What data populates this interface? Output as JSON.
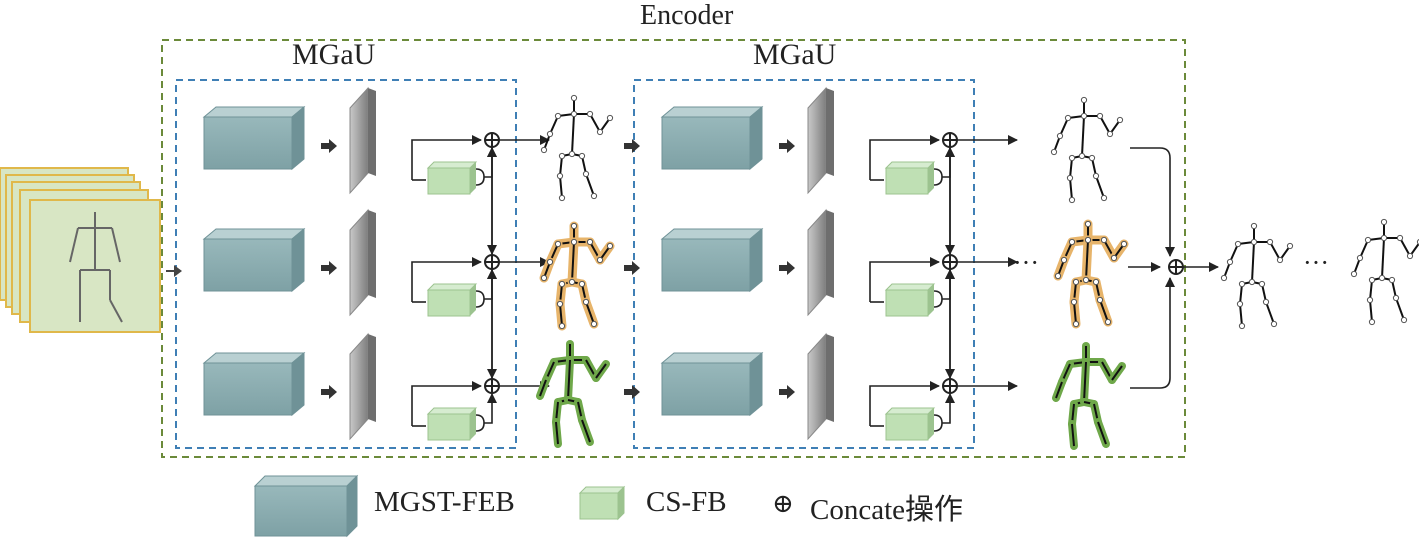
{
  "encoder": {
    "title": "Encoder"
  },
  "modules": [
    {
      "title": "MGaU"
    },
    {
      "title": "MGaU"
    }
  ],
  "ellipsis": "···",
  "legend": {
    "feb_label": "MGST-FEB",
    "csfb_label": "CS-FB",
    "concat_symbol": "⊕",
    "concat_label": "Concate操作"
  },
  "colors": {
    "encoder_border": "#6b8a3a",
    "mgau_border": "#3f7fb5",
    "feb_fill": "#8fb0b4",
    "feb_top": "#b9d0d2",
    "feb_side": "#6f9297",
    "csfb_fill": "#bfe0b4",
    "plane_fill": "#9a9a9a",
    "input_frame": "#d8e6c4",
    "input_border": "#e0b84a",
    "skeleton_orange": "#e7b46a",
    "skeleton_green": "#6fa84a",
    "arrow": "#222222"
  }
}
